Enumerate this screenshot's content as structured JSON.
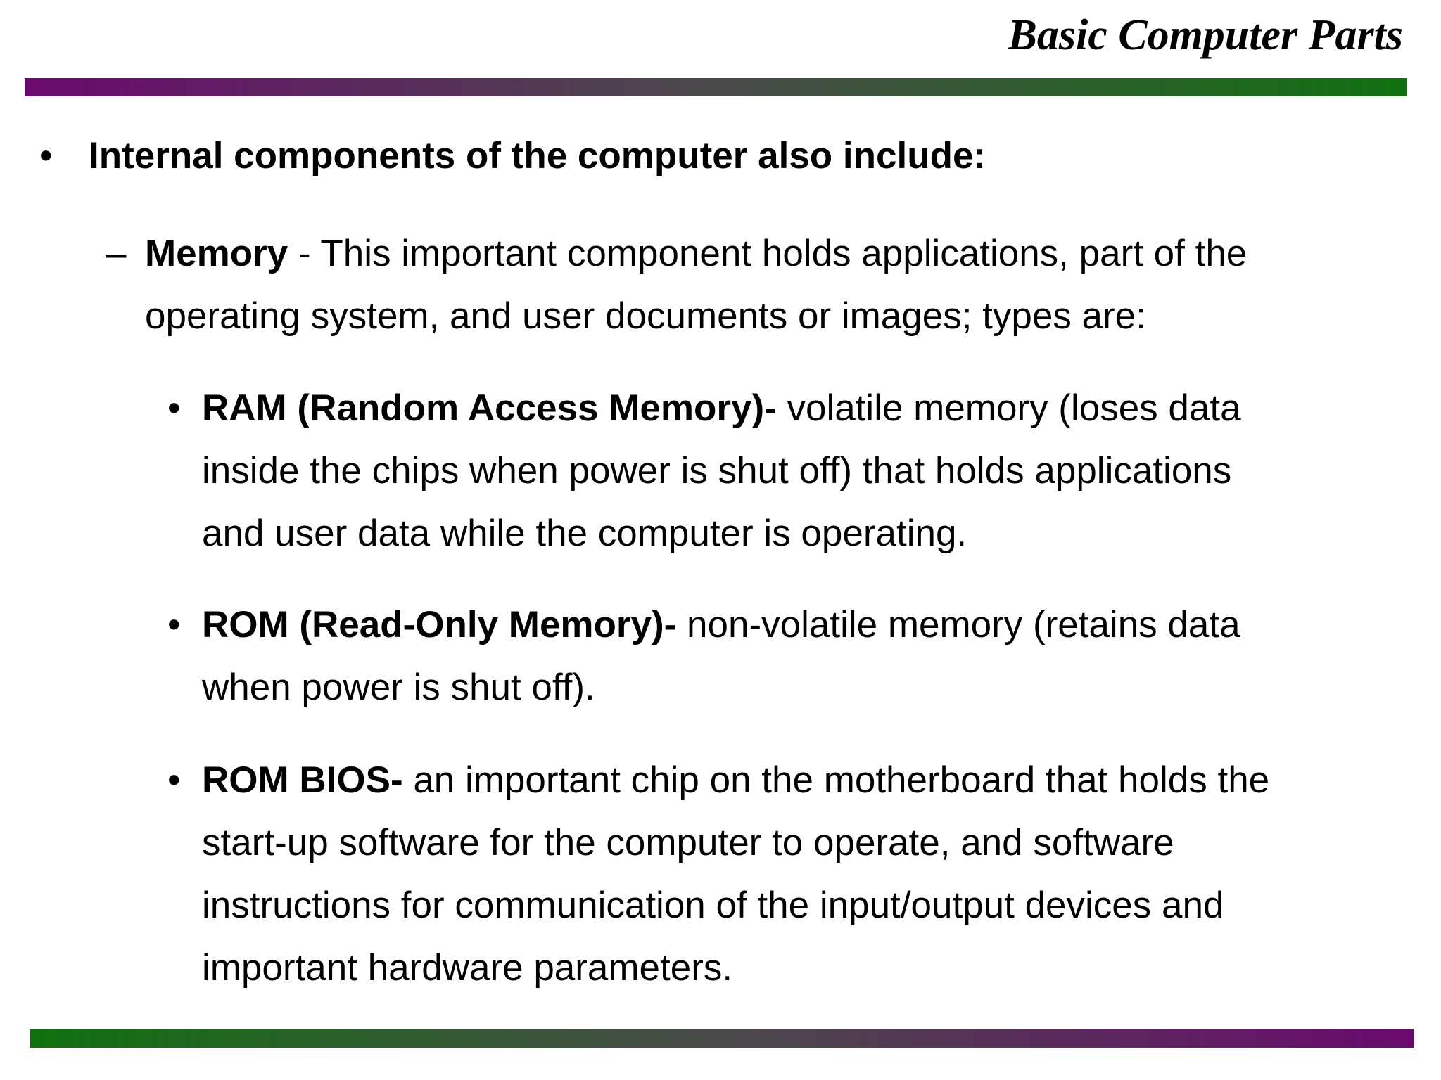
{
  "header": {
    "title": "Basic Computer Parts"
  },
  "colors": {
    "bar_purple": "#6a0a6e",
    "bar_green": "#107010"
  },
  "bullets": {
    "level1_marker": "•",
    "level2_marker": "–",
    "level3_marker": "•"
  },
  "content": {
    "intro": "Internal components of the computer also include:",
    "memory": {
      "term": "Memory",
      "desc": [
        " - This important component holds applications, part of the",
        "operating system, and user documents or images; types are:"
      ]
    },
    "types": [
      {
        "term": "RAM (Random Access Memory)-",
        "desc": [
          " volatile memory (loses data",
          "inside the chips when power is shut off) that holds applications",
          "and user data while the computer is operating."
        ]
      },
      {
        "term": "ROM (Read-Only Memory)-",
        "desc": [
          " non-volatile memory (retains data",
          "when power is shut off)."
        ]
      },
      {
        "term": "ROM BIOS-",
        "desc": [
          " an important chip on the motherboard that holds the",
          "start-up software for the computer to operate, and software",
          "instructions for communication of the input/output devices and",
          "important hardware parameters."
        ]
      }
    ]
  }
}
